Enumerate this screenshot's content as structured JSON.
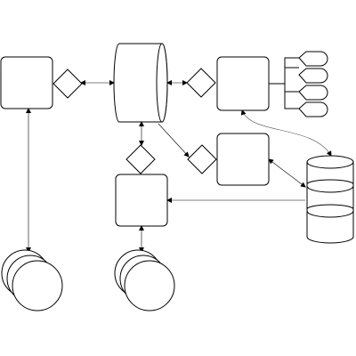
{
  "diagram": {
    "type": "flowchart",
    "labels": [],
    "colors": {
      "stroke": "#000000",
      "fill": "#ffffff",
      "connector": "#555555",
      "background": "#ffffff"
    },
    "nodes": [
      {
        "id": "process-box-left",
        "shape": "rounded-rectangle"
      },
      {
        "id": "decision-left",
        "shape": "diamond"
      },
      {
        "id": "storage-cylinder",
        "shape": "horizontal-cylinder"
      },
      {
        "id": "decision-top-right",
        "shape": "diamond"
      },
      {
        "id": "process-box-top-right",
        "shape": "rounded-rectangle"
      },
      {
        "id": "tag-group",
        "shape": "bracket-with-4-tags"
      },
      {
        "id": "decision-center",
        "shape": "diamond"
      },
      {
        "id": "decision-middle-right",
        "shape": "diamond"
      },
      {
        "id": "process-box-middle-right",
        "shape": "rounded-rectangle"
      },
      {
        "id": "process-box-center",
        "shape": "rounded-rectangle"
      },
      {
        "id": "database-stack",
        "shape": "stacked-database"
      },
      {
        "id": "disk-stack-left",
        "shape": "multi-disk"
      },
      {
        "id": "disk-stack-center",
        "shape": "multi-disk"
      }
    ],
    "edges": [
      {
        "from": "decision-left",
        "to": "storage-cylinder",
        "arrows": "both"
      },
      {
        "from": "storage-cylinder",
        "to": "decision-top-right",
        "arrows": "both"
      },
      {
        "from": "storage-cylinder",
        "to": "decision-center",
        "arrows": "both"
      },
      {
        "from": "storage-cylinder",
        "to": "decision-middle-right",
        "arrows": "end"
      },
      {
        "from": "process-box-left",
        "to": "disk-stack-left",
        "arrows": "both"
      },
      {
        "from": "process-box-center",
        "to": "disk-stack-center",
        "arrows": "both"
      },
      {
        "from": "database-stack",
        "to": "process-box-center",
        "arrows": "end"
      },
      {
        "from": "process-box-top-right",
        "to": "database-stack",
        "arrows": "both"
      },
      {
        "from": "process-box-middle-right",
        "to": "database-stack",
        "arrows": "both"
      }
    ]
  }
}
